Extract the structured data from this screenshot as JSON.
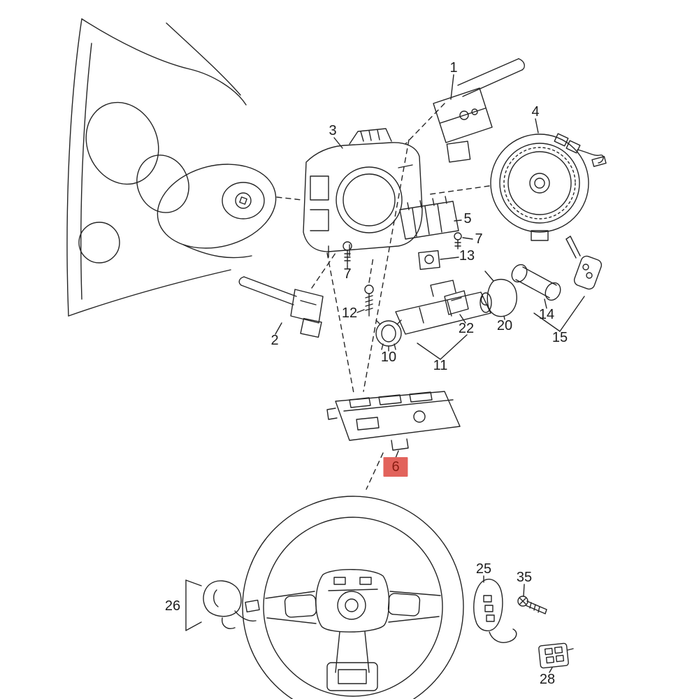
{
  "title": "Steering column and steering wheel exploded parts diagram",
  "colors": {
    "line": "#232323",
    "highlight_bg": "#e2635c",
    "highlight_text": "#8a1d12",
    "background": "#ffffff"
  },
  "labels": [
    {
      "id": "1",
      "text": "1"
    },
    {
      "id": "4",
      "text": "4"
    },
    {
      "id": "3",
      "text": "3"
    },
    {
      "id": "5",
      "text": "5"
    },
    {
      "id": "7a",
      "text": "7"
    },
    {
      "id": "13",
      "text": "13"
    },
    {
      "id": "7b",
      "text": "7"
    },
    {
      "id": "12",
      "text": "12"
    },
    {
      "id": "22",
      "text": "22"
    },
    {
      "id": "20",
      "text": "20"
    },
    {
      "id": "14",
      "text": "14"
    },
    {
      "id": "15",
      "text": "15"
    },
    {
      "id": "2",
      "text": "2"
    },
    {
      "id": "10",
      "text": "10"
    },
    {
      "id": "11",
      "text": "11"
    },
    {
      "id": "6",
      "text": "6",
      "highlighted": true
    },
    {
      "id": "26",
      "text": "26"
    },
    {
      "id": "25",
      "text": "25"
    },
    {
      "id": "35",
      "text": "35"
    },
    {
      "id": "28",
      "text": "28"
    }
  ]
}
